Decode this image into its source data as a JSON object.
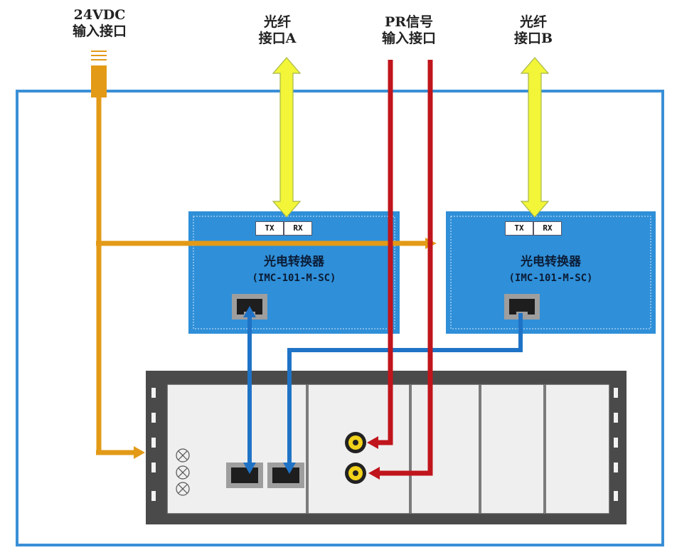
{
  "labels": {
    "power_line1": "24VDC",
    "power_line2": "输入接口",
    "fiber_a_line1": "光纤",
    "fiber_a_line2": "接口A",
    "pr_line1": "PR信号",
    "pr_line2": "输入接口",
    "fiber_b_line1": "光纤",
    "fiber_b_line2": "接口B"
  },
  "converter_a": {
    "title": "光电转换器",
    "model": "(IMC-101-M-SC)",
    "tx": "TX",
    "rx": "RX"
  },
  "converter_b": {
    "title": "光电转换器",
    "model": "(IMC-101-M-SC)",
    "tx": "TX",
    "rx": "RX"
  },
  "colors": {
    "enclosure_border": "#3a8fd6",
    "converter_fill": "#2f8fd8",
    "power_line": "#e39a17",
    "fiber_arrow": "#f2f538",
    "pr_line": "#c0151c",
    "ethernet_line": "#1f73c6",
    "rack_frame": "#4a4a4a"
  }
}
